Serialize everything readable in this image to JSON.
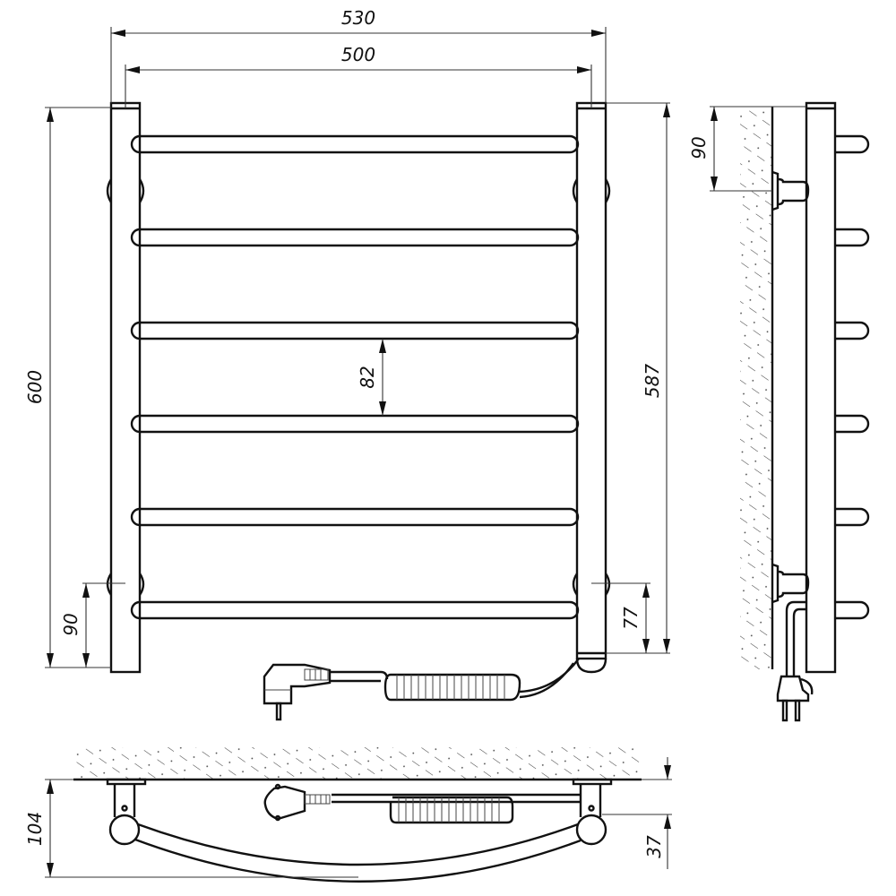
{
  "drawing": {
    "title": "Electric towel warmer dimensional drawing",
    "views": [
      "front-view",
      "side-view",
      "top-view"
    ]
  },
  "dimensions": {
    "overall_width": "530",
    "center_distance": "500",
    "overall_height": "600",
    "mount_height": "587",
    "rung_pitch": "82",
    "bottom_mount_left": "90",
    "bottom_mount_right": "77",
    "side_top_mount": "90",
    "depth_overall": "104",
    "depth_to_axis": "37"
  },
  "components": {
    "rungs_count": 6,
    "wall_brackets_count": 4,
    "power_cord": "coiled-cord-with-angled-plug"
  },
  "colors": {
    "line": "#111111",
    "background": "#ffffff"
  }
}
